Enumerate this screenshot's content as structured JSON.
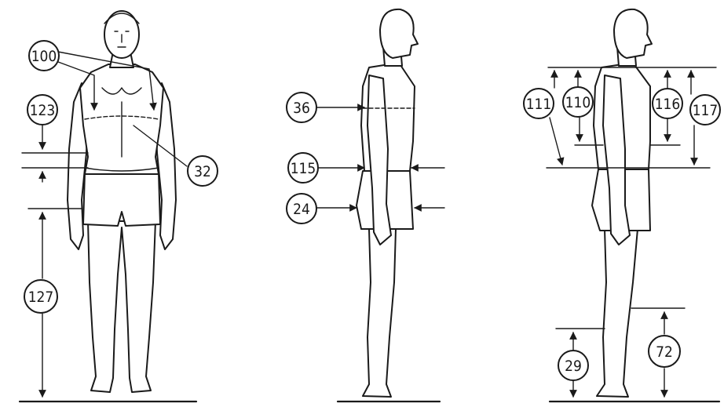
{
  "colors": {
    "ink": "#1a1a1a",
    "paper": "#ffffff"
  },
  "figures": {
    "front": {
      "badges": {
        "b100": "100",
        "b123": "123",
        "b32": "32",
        "b127": "127"
      }
    },
    "side": {
      "badges": {
        "b36": "36",
        "b115": "115",
        "b24": "24"
      }
    },
    "side_heights": {
      "badges": {
        "b111": "111",
        "b110": "110",
        "b116": "116",
        "b117": "117",
        "b29": "29",
        "b72": "72"
      }
    }
  }
}
